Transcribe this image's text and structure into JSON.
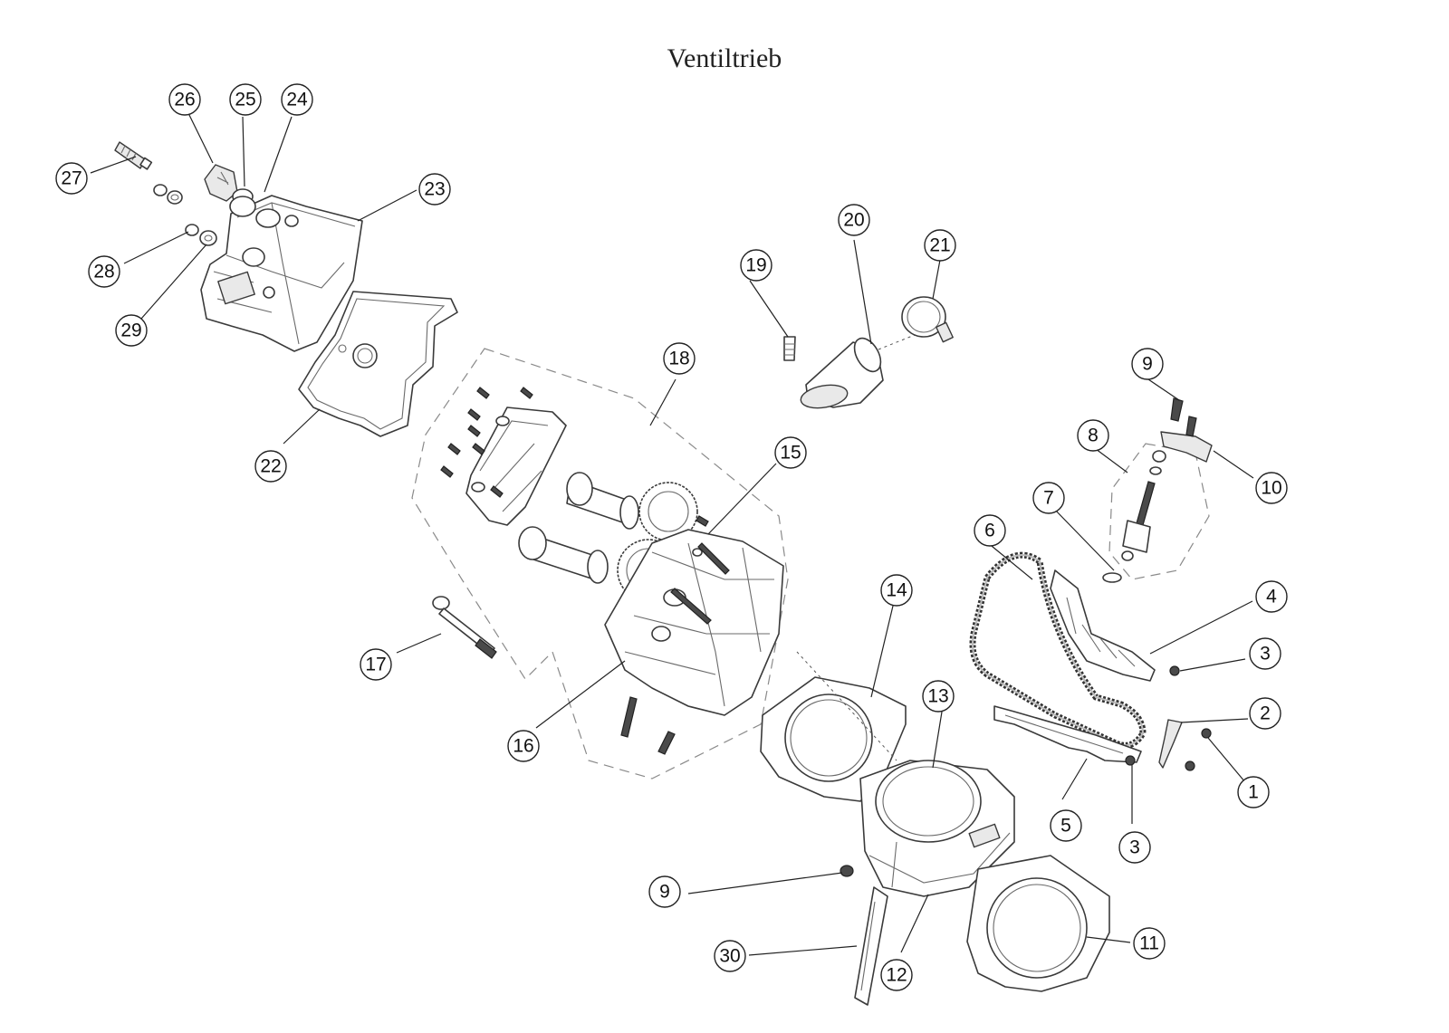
{
  "diagram": {
    "title": "Ventiltrieb",
    "callouts": [
      {
        "id": "c26",
        "label": "26"
      },
      {
        "id": "c25",
        "label": "25"
      },
      {
        "id": "c24",
        "label": "24"
      },
      {
        "id": "c27",
        "label": "27"
      },
      {
        "id": "c23",
        "label": "23"
      },
      {
        "id": "c28",
        "label": "28"
      },
      {
        "id": "c29",
        "label": "29"
      },
      {
        "id": "c22",
        "label": "22"
      },
      {
        "id": "c19",
        "label": "19"
      },
      {
        "id": "c20",
        "label": "20"
      },
      {
        "id": "c21",
        "label": "21"
      },
      {
        "id": "c18",
        "label": "18"
      },
      {
        "id": "c9a",
        "label": "9"
      },
      {
        "id": "c8",
        "label": "8"
      },
      {
        "id": "c10",
        "label": "10"
      },
      {
        "id": "c15",
        "label": "15"
      },
      {
        "id": "c7",
        "label": "7"
      },
      {
        "id": "c6",
        "label": "6"
      },
      {
        "id": "c14",
        "label": "14"
      },
      {
        "id": "c4",
        "label": "4"
      },
      {
        "id": "c17",
        "label": "17"
      },
      {
        "id": "c3a",
        "label": "3"
      },
      {
        "id": "c13",
        "label": "13"
      },
      {
        "id": "c2",
        "label": "2"
      },
      {
        "id": "c16",
        "label": "16"
      },
      {
        "id": "c1",
        "label": "1"
      },
      {
        "id": "c5",
        "label": "5"
      },
      {
        "id": "c3b",
        "label": "3"
      },
      {
        "id": "c9b",
        "label": "9"
      },
      {
        "id": "c11",
        "label": "11"
      },
      {
        "id": "c30",
        "label": "30"
      },
      {
        "id": "c12",
        "label": "12"
      }
    ]
  }
}
